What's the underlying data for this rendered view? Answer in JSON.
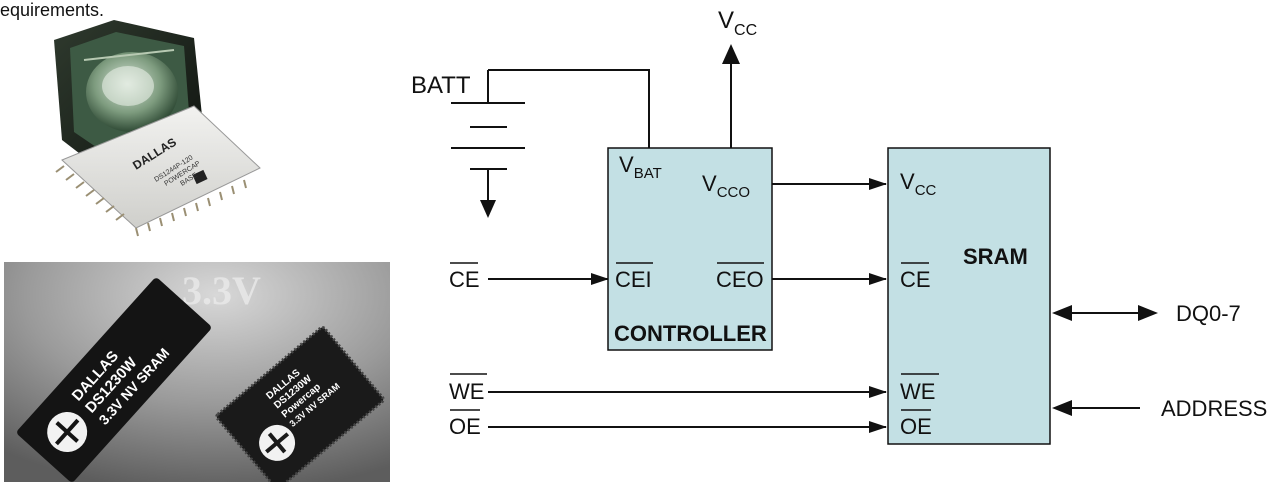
{
  "caption_fragment": "equirements.",
  "photos": {
    "top_module": {
      "brand": "DALLAS",
      "part": "DS1244P-120",
      "line2": "POWERCAP",
      "line3": "BASE"
    },
    "bottom_banner": {
      "voltage_label": "3.3V",
      "chip_left": {
        "brand": "DALLAS",
        "part": "DS1230W",
        "desc": "3.3V NV SRAM"
      },
      "chip_right": {
        "brand": "DALLAS",
        "part": "DS1230W",
        "line2": "Powercap",
        "desc": "3.3V NV SRAM"
      }
    }
  },
  "diagram": {
    "nodes": {
      "controller": {
        "title": "CONTROLLER",
        "pins": {
          "vbat": "V",
          "vbat_sub": "BAT",
          "vcco": "V",
          "vcco_sub": "CCO",
          "cei": "CEI",
          "ceo": "CEO"
        }
      },
      "sram": {
        "title": "SRAM",
        "pins": {
          "vcc": "V",
          "vcc_sub": "CC",
          "ce": "CE",
          "we": "WE",
          "oe": "OE"
        }
      }
    },
    "signals": {
      "batt": "BATT",
      "vcc_top": "V",
      "vcc_top_sub": "CC",
      "ce_in": "CE",
      "we_in": "WE",
      "oe_in": "OE",
      "dq": "DQ0-7",
      "address": "ADDRESS"
    },
    "edges": [
      {
        "from": "BATT",
        "to": "controller.VBAT"
      },
      {
        "from": "controller.VCCO",
        "to": "sram.VCC"
      },
      {
        "from": "controller",
        "to": "VCC"
      },
      {
        "from": "CE",
        "to": "controller.CEI"
      },
      {
        "from": "controller.CEO",
        "to": "sram.CE"
      },
      {
        "from": "WE",
        "to": "sram.WE"
      },
      {
        "from": "OE",
        "to": "sram.OE"
      },
      {
        "from": "sram",
        "to": "DQ0-7",
        "bidirectional": true
      },
      {
        "from": "ADDRESS",
        "to": "sram"
      }
    ],
    "colors": {
      "box_fill": "#c3e0e4",
      "line": "#111111"
    }
  }
}
